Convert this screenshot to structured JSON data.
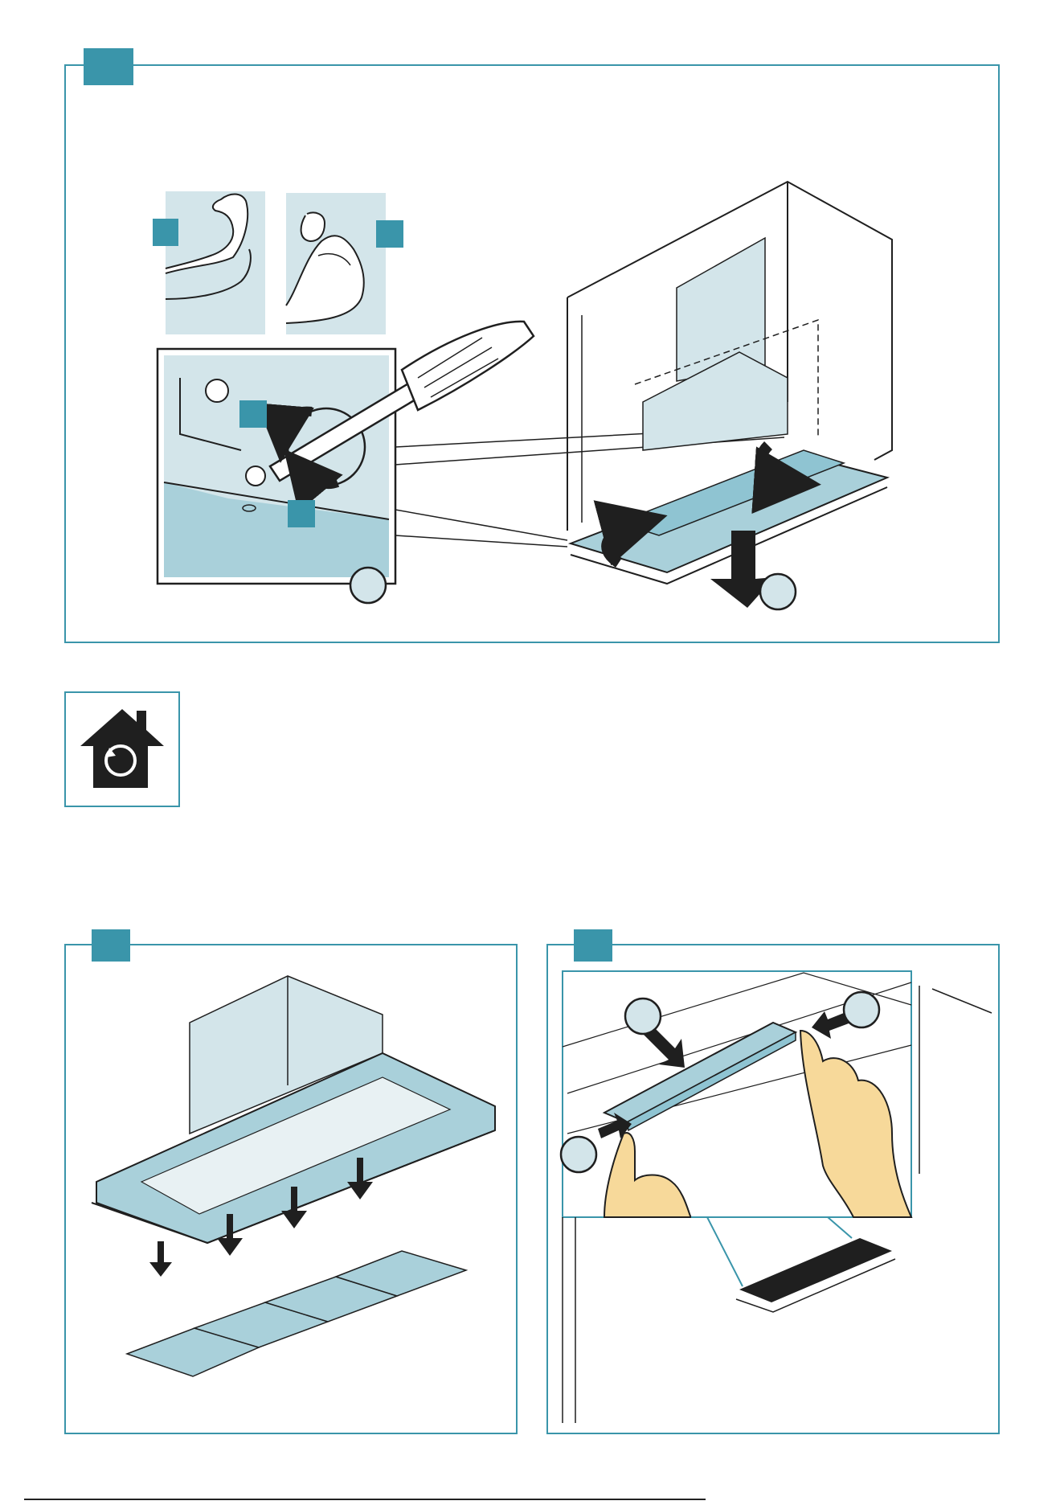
{
  "colors": {
    "accent": "#3a95aa",
    "panel": "#d3e5ea",
    "hand": "#f7d99a",
    "ink": "#1f1f1f"
  },
  "icons": {
    "home_service": "house-with-circular-arrow-icon",
    "arrow_down": "arrow-down-icon",
    "curved_arrow": "curved-arrow-icon",
    "screwdriver": "screwdriver-icon"
  },
  "panels": {
    "top": {
      "step_markers": 2,
      "detail_markers": 4
    },
    "bottom_left": {
      "filter_count": 4
    },
    "bottom_right": {
      "step_markers": 3
    }
  }
}
